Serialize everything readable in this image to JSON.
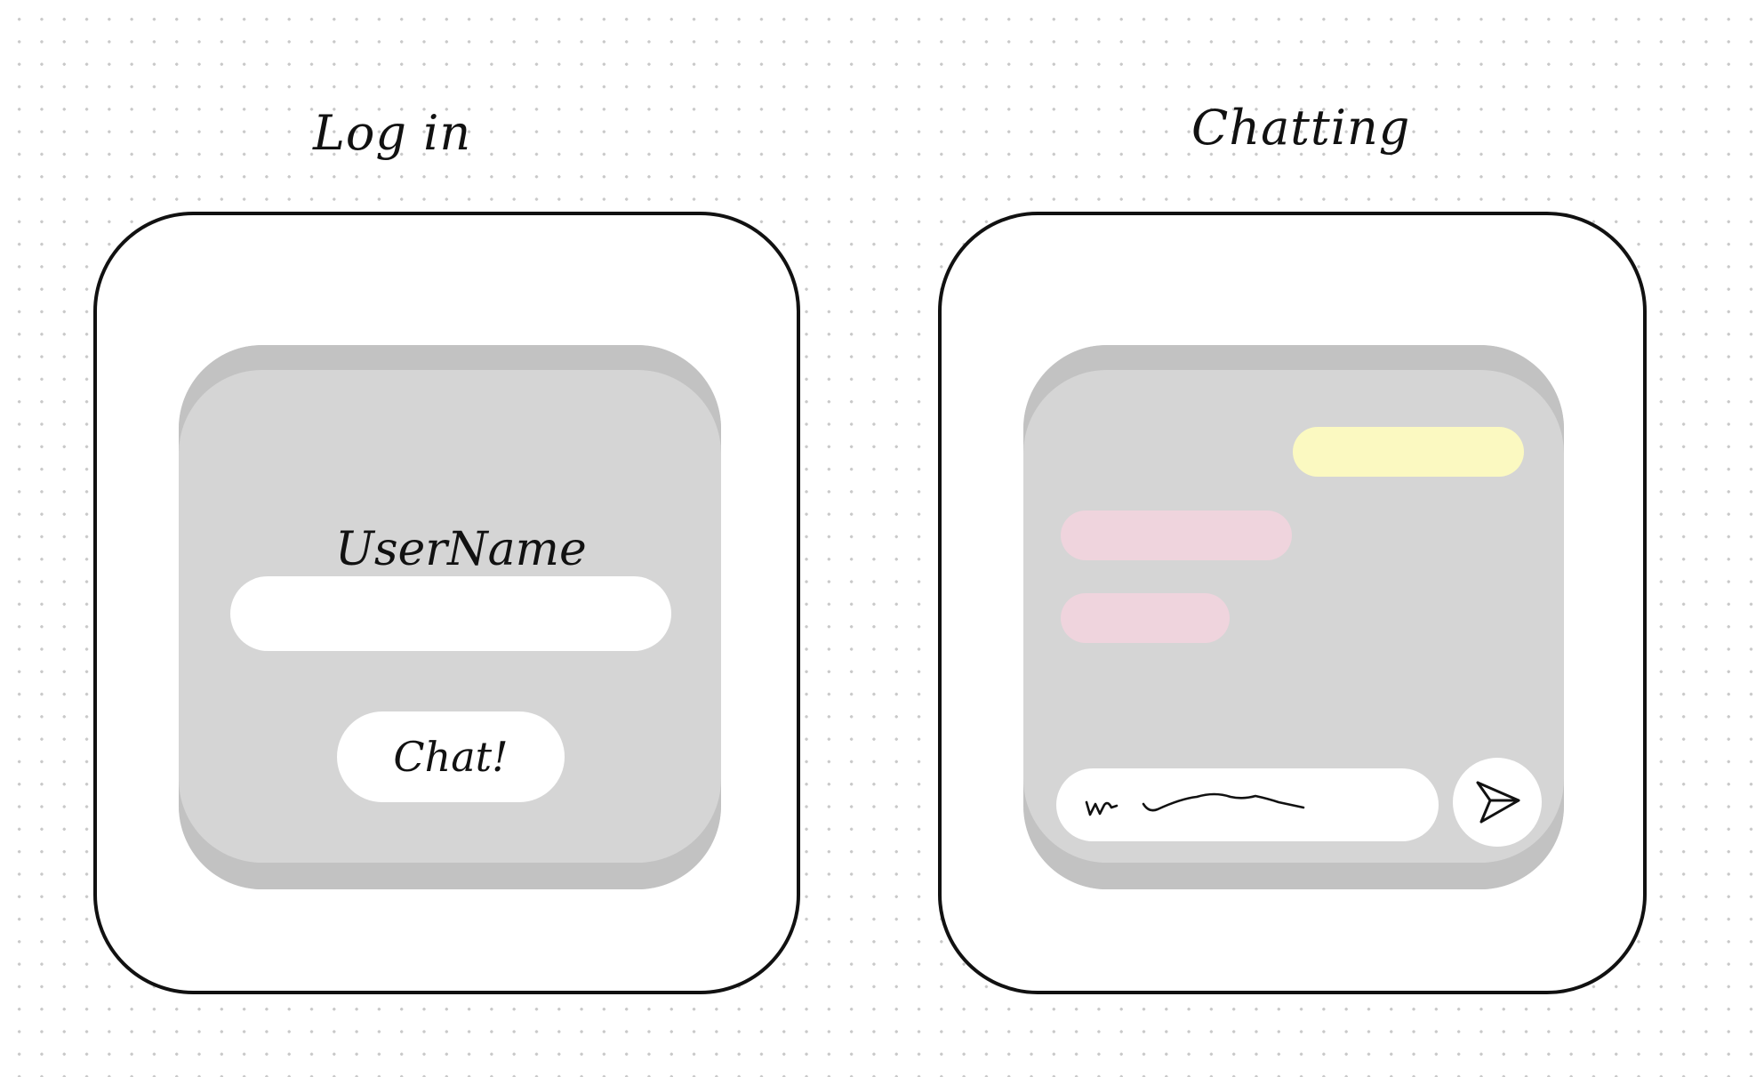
{
  "login_screen": {
    "title": "Log in",
    "username_label": "UserName",
    "username_value": "",
    "chat_button_label": "Chat!"
  },
  "chat_screen": {
    "title": "Chatting",
    "messages": [
      {
        "direction": "sent",
        "color": "#fbf9c1"
      },
      {
        "direction": "received",
        "color": "#efd4dd"
      },
      {
        "direction": "received",
        "color": "#efd4dd"
      }
    ],
    "message_input": {
      "content": "scribble"
    },
    "send_button": {
      "icon": "paper-plane-icon"
    }
  }
}
